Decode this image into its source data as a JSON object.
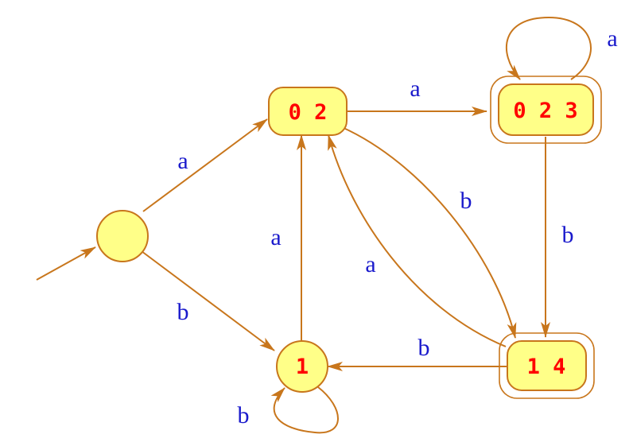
{
  "colors": {
    "edge": "#c8761c",
    "node_fill": "#ffff88",
    "node_label": "#ff0000",
    "edge_label": "#1a1acc"
  },
  "states": {
    "start": "",
    "s02": "0 2",
    "s023": "0 2 3",
    "s1": "1",
    "s14": "1 4"
  },
  "edges": {
    "start_to_02": "a",
    "start_to_1": "b",
    "s02_to_023": "a",
    "s023_loop": "a",
    "s023_to_14": "b",
    "s02_to_14": "b",
    "s14_to_02": "a",
    "s1_to_02": "a",
    "s14_to_1": "b",
    "s1_loop": "b"
  }
}
